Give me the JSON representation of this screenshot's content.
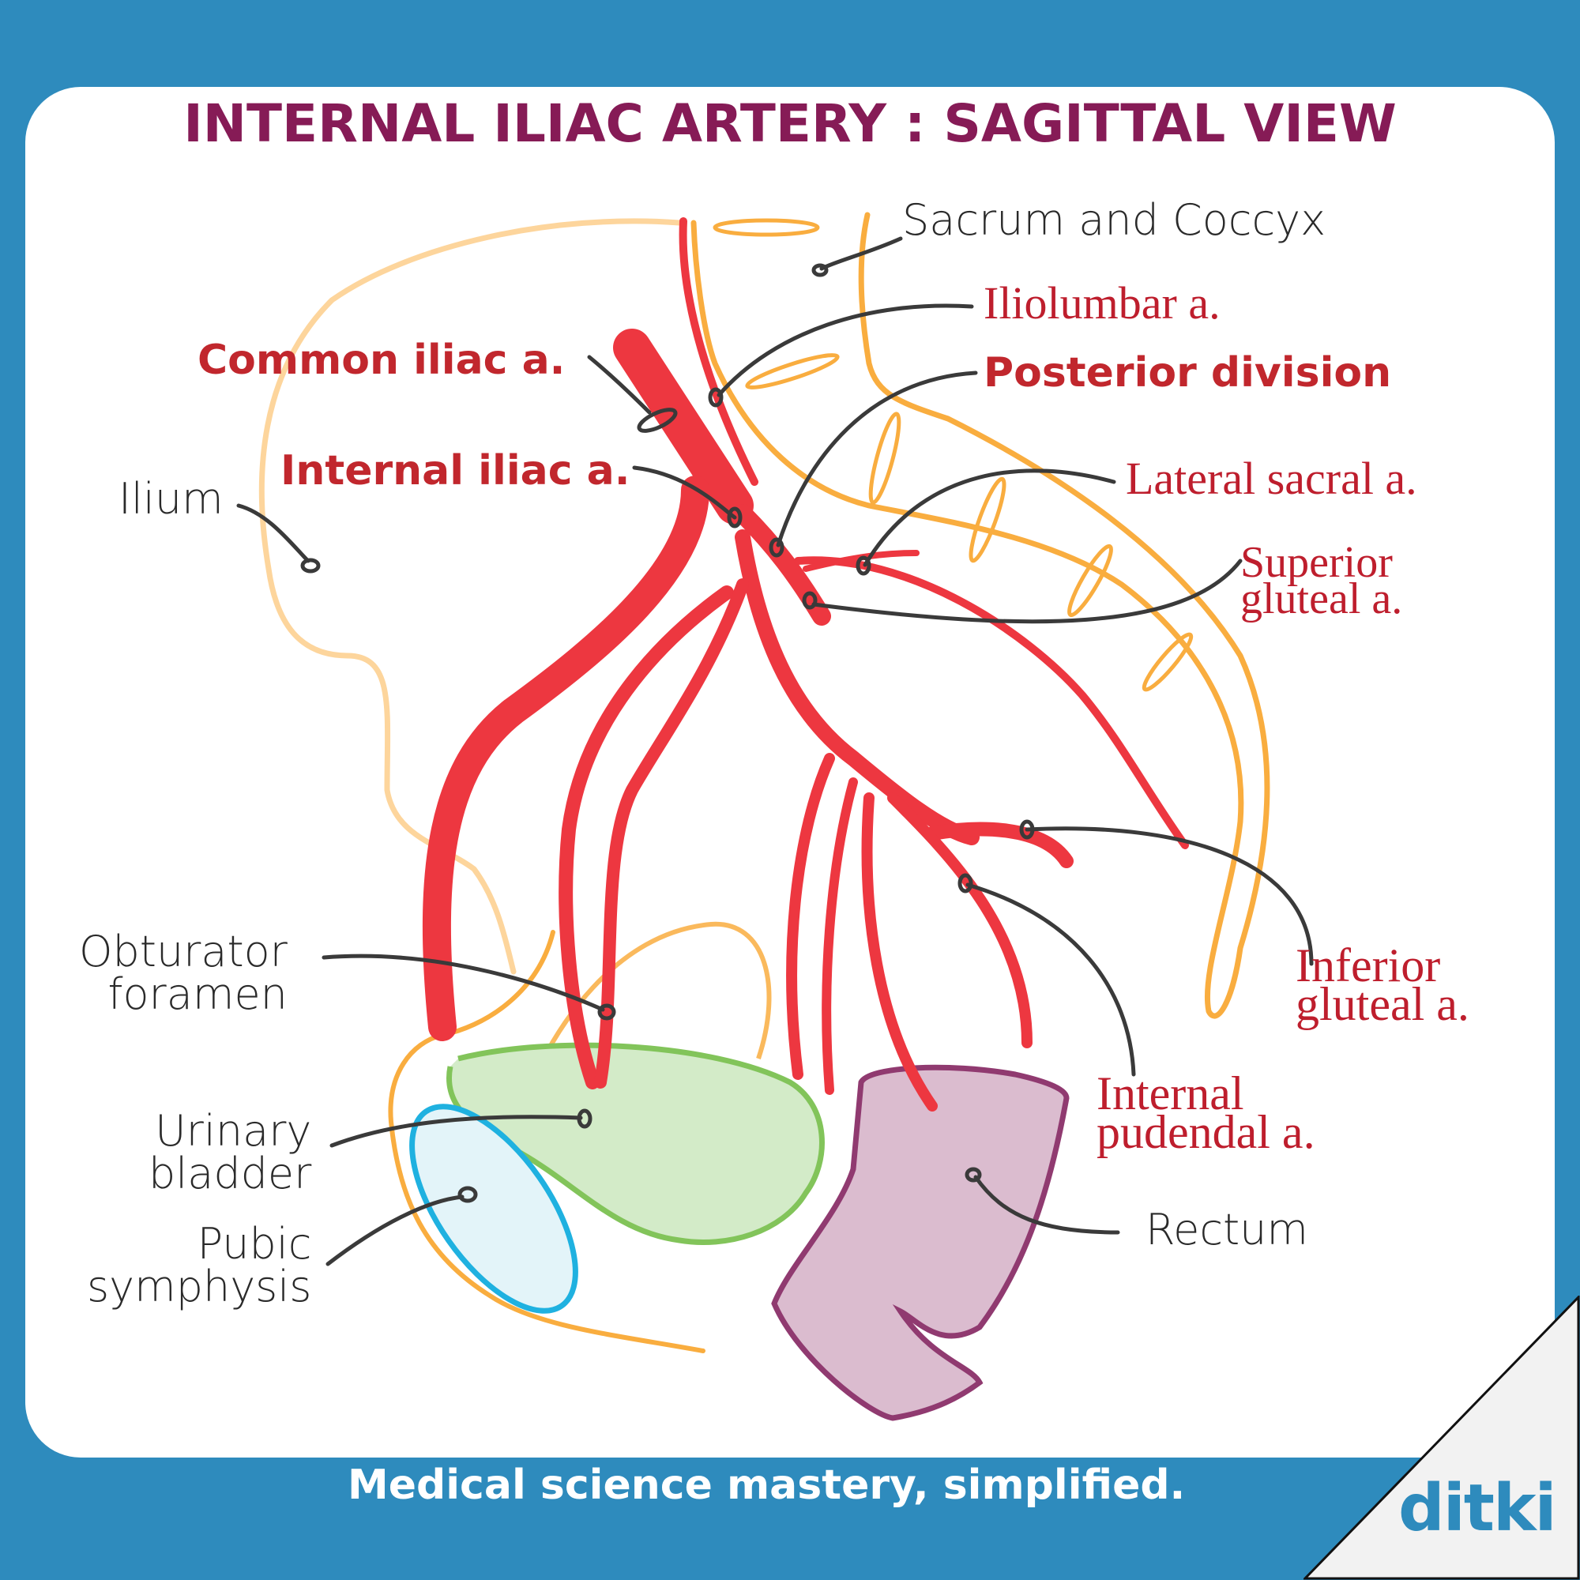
{
  "title": "INTERNAL ILIAC ARTERY : SAGITTAL VIEW",
  "labels": {
    "sacrum": "Sacrum and Coccyx",
    "iliolumbar": "Iliolumbar a.",
    "common_iliac": "Common iliac a.",
    "posterior_division": "Posterior division",
    "internal_iliac": "Internal iliac a.",
    "lateral_sacral": "Lateral sacral a.",
    "ilium": "Ilium",
    "superior_gluteal_1": "Superior",
    "superior_gluteal_2": "gluteal a.",
    "obturator_1": "Obturator",
    "obturator_2": "foramen",
    "inferior_gluteal_1": "Inferior",
    "inferior_gluteal_2": "gluteal a.",
    "urinary_1": "Urinary",
    "urinary_2": "bladder",
    "internal_pudendal_1": "Internal",
    "internal_pudendal_2": "pudendal a.",
    "pubic_1": "Pubic",
    "pubic_2": "symphysis",
    "rectum": "Rectum"
  },
  "footer": {
    "tagline": "Medical science mastery, simplified.",
    "logo": "ditki"
  },
  "colors": {
    "frame": "#2e8bbd",
    "title": "#861b56",
    "artery": "#ed3740",
    "artery_label": "#be1e2d",
    "bone": "#f9ad3f",
    "ilium": "#fdd59c",
    "bladder_fill": "#d3ebc8",
    "bladder_stroke": "#82c45a",
    "pubic_fill": "#e3f4f9",
    "pubic_stroke": "#1fb1e0",
    "rectum_fill": "#dbbccf",
    "rectum_stroke": "#903a70",
    "leader": "#3a3a3a"
  }
}
